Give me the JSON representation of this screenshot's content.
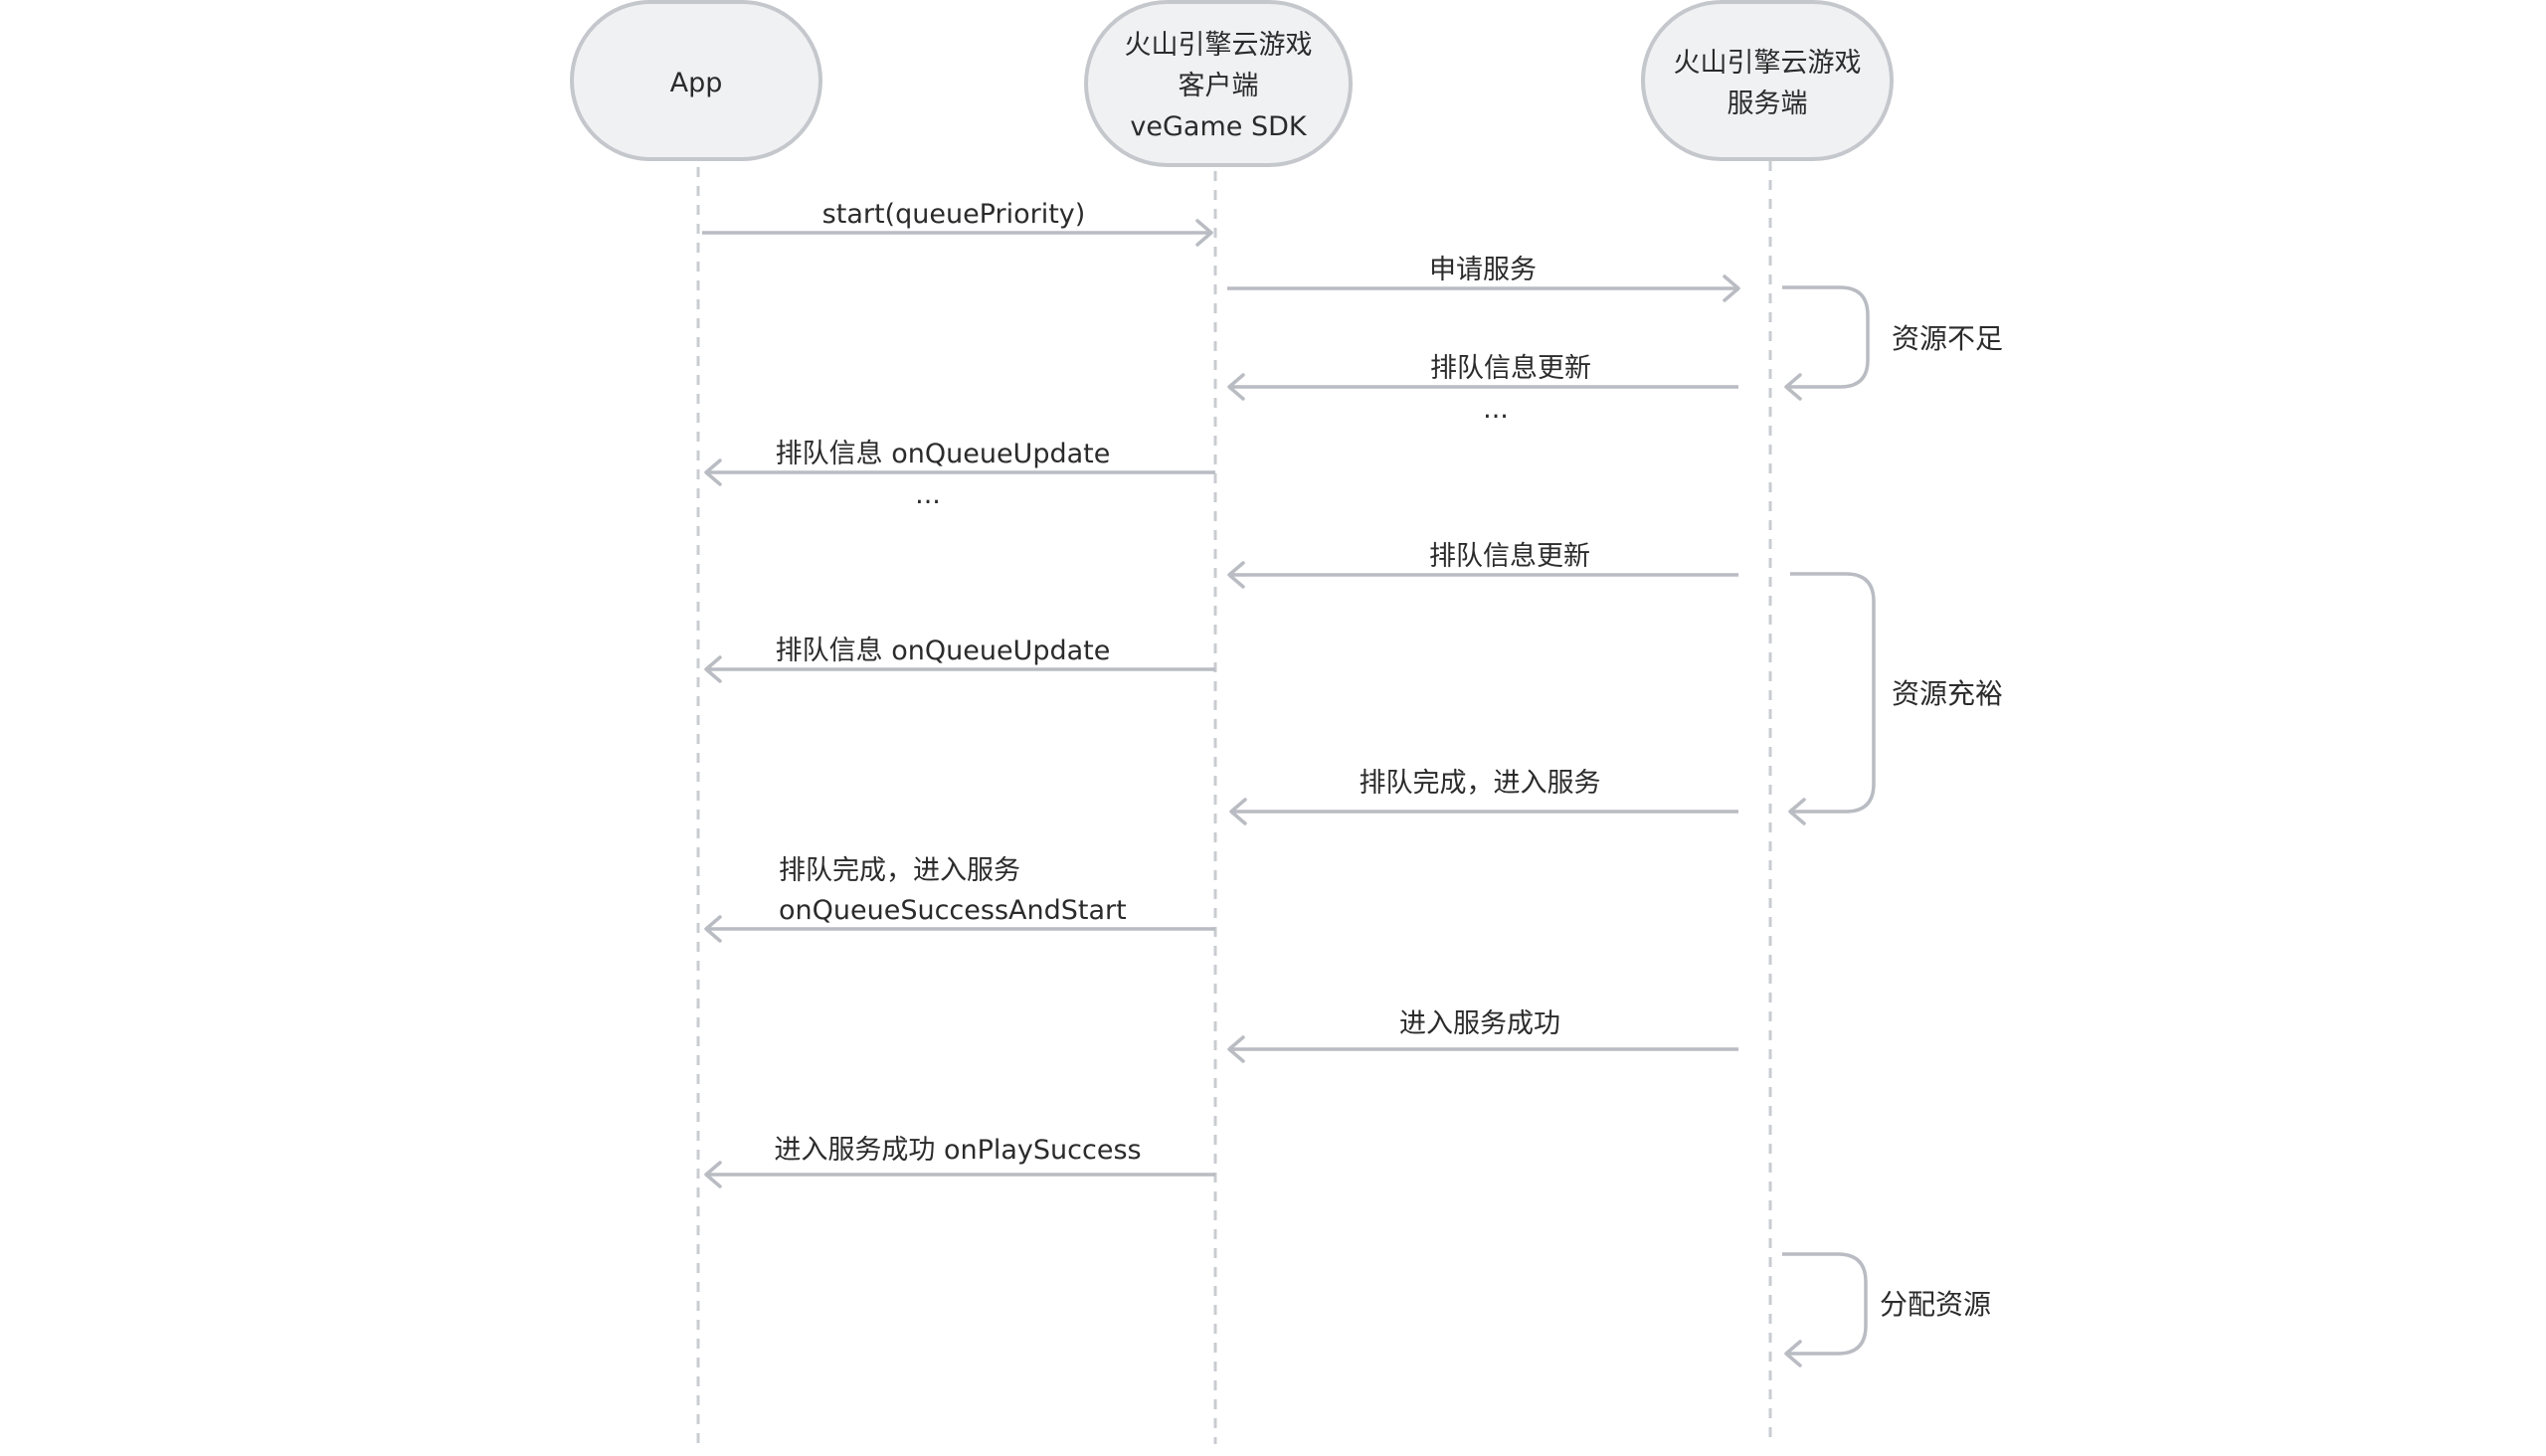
{
  "participants": [
    {
      "id": "app",
      "lines": [
        "App"
      ]
    },
    {
      "id": "client",
      "lines": [
        "火山引擎云游戏",
        "客户端",
        "veGame SDK"
      ]
    },
    {
      "id": "server",
      "lines": [
        "火山引擎云游戏",
        "服务端"
      ]
    }
  ],
  "messages": [
    {
      "id": "m1",
      "from": "app",
      "to": "client",
      "lines": [
        "start(queuePriority)"
      ]
    },
    {
      "id": "m2",
      "from": "client",
      "to": "server",
      "lines": [
        "申请服务"
      ]
    },
    {
      "id": "m3",
      "from": "server",
      "to": "client",
      "lines": [
        "排队信息更新"
      ]
    },
    {
      "id": "m3e",
      "lines": [
        "..."
      ]
    },
    {
      "id": "m4",
      "from": "client",
      "to": "app",
      "lines": [
        "排队信息 onQueueUpdate"
      ]
    },
    {
      "id": "m4e",
      "lines": [
        "..."
      ]
    },
    {
      "id": "m5",
      "from": "server",
      "to": "client",
      "lines": [
        "排队信息更新"
      ]
    },
    {
      "id": "m6",
      "from": "client",
      "to": "app",
      "lines": [
        "排队信息 onQueueUpdate"
      ]
    },
    {
      "id": "m7",
      "from": "server",
      "to": "client",
      "lines": [
        "排队完成，进入服务"
      ]
    },
    {
      "id": "m8",
      "from": "client",
      "to": "app",
      "lines": [
        "排队完成，进入服务",
        "onQueueSuccessAndStart"
      ]
    },
    {
      "id": "m9",
      "from": "server",
      "to": "client",
      "lines": [
        "进入服务成功"
      ]
    },
    {
      "id": "m10",
      "from": "client",
      "to": "app",
      "lines": [
        "进入服务成功 onPlaySuccess"
      ]
    }
  ],
  "self_notes": [
    {
      "id": "n1",
      "participant": "server",
      "label": "资源不足"
    },
    {
      "id": "n2",
      "participant": "server",
      "label": "资源充裕"
    },
    {
      "id": "n3",
      "participant": "server",
      "label": "分配资源"
    }
  ]
}
